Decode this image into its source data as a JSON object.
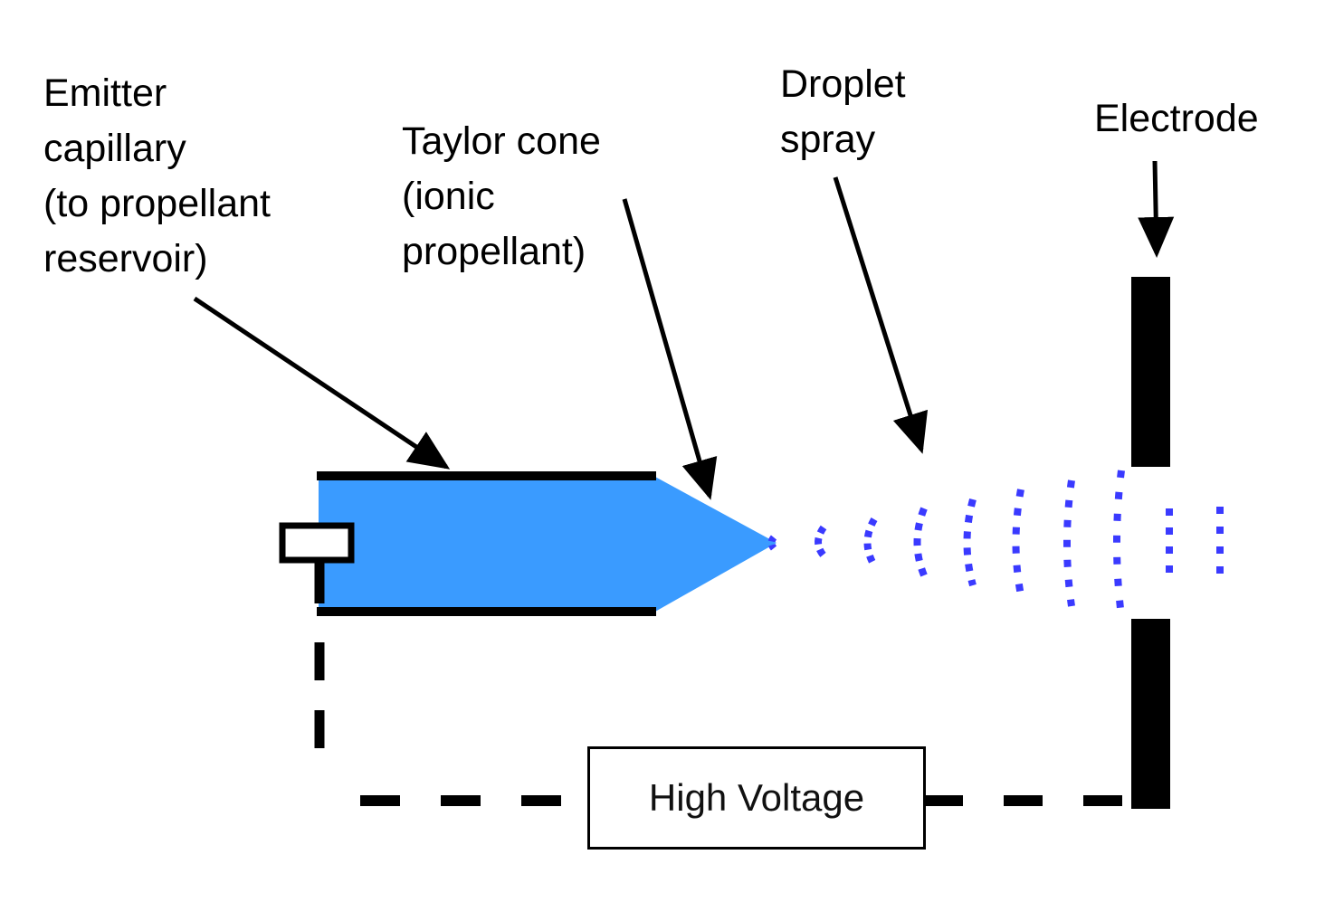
{
  "labels": {
    "emitter": [
      "Emitter",
      "capillary",
      "(to propellant",
      "reservoir)"
    ],
    "taylor": [
      "Taylor cone",
      "(ionic",
      "propellant)"
    ],
    "droplet": [
      "Droplet",
      "spray"
    ],
    "electrode": [
      "Electrode"
    ]
  },
  "high_voltage_label": "High Voltage",
  "colors": {
    "propellant": "#3a9bff",
    "droplets": "#3a3aff",
    "lines": "#000000"
  }
}
